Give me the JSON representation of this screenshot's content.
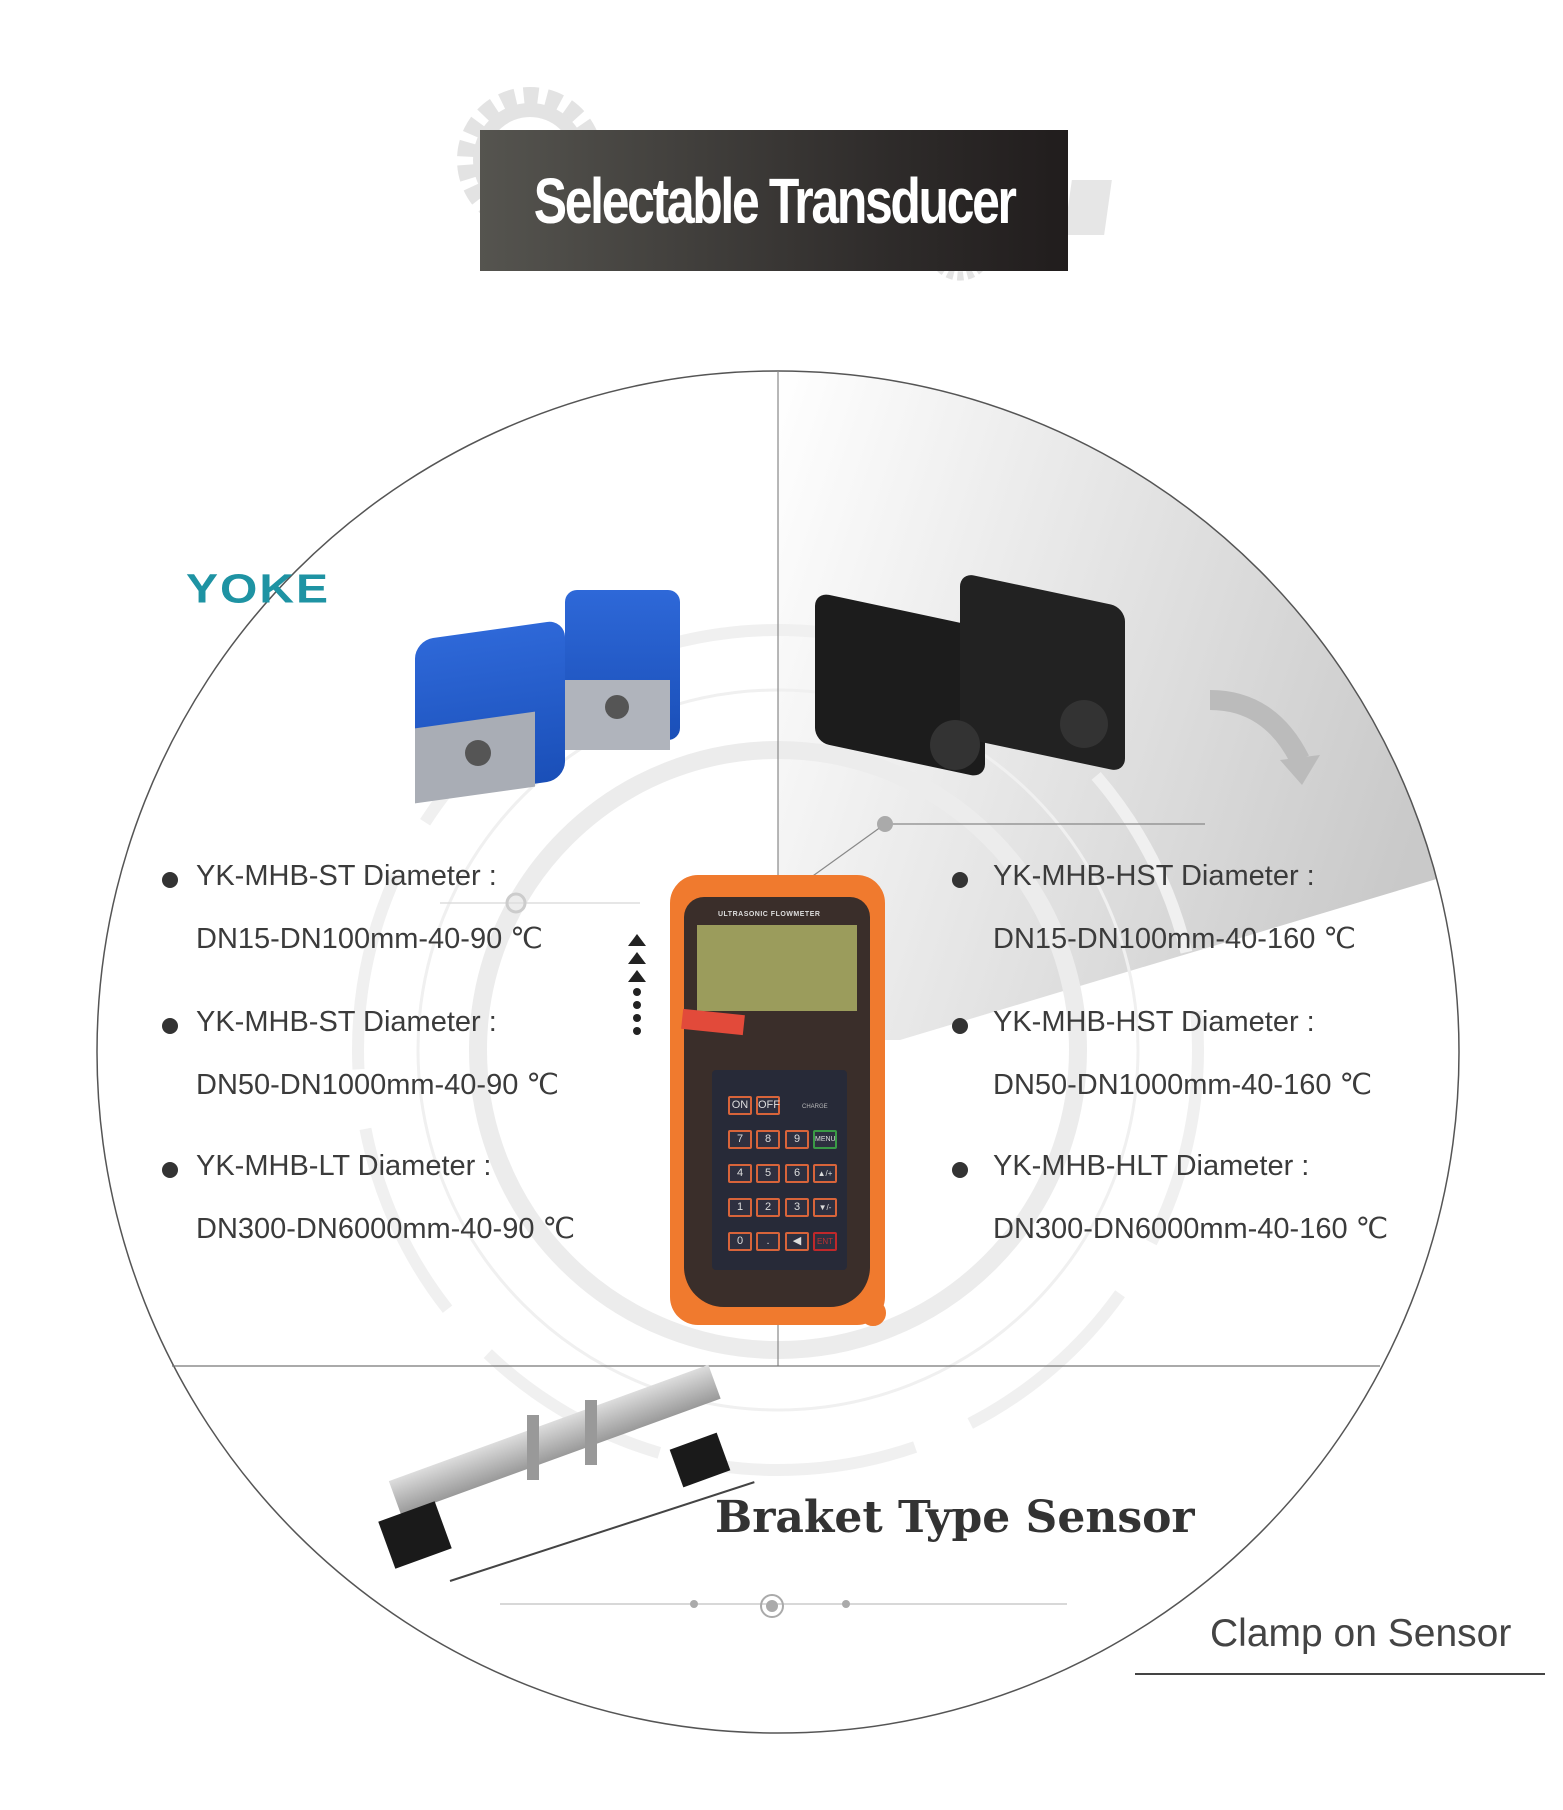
{
  "header": {
    "title": "Selectable Transducer"
  },
  "brand": {
    "logo_text": "YOKE",
    "color": "#1e93a3"
  },
  "left_specs": [
    {
      "model": "YK-MHB-ST  Diameter :",
      "range": "DN15-DN100mm-40-90 ℃"
    },
    {
      "model": "YK-MHB-ST  Diameter :",
      "range": "DN50-DN1000mm-40-90 ℃"
    },
    {
      "model": "YK-MHB-LT  Diameter :",
      "range": "DN300-DN6000mm-40-90 ℃"
    }
  ],
  "right_specs": [
    {
      "model": "YK-MHB-HST  Diameter :",
      "range": "DN15-DN100mm-40-160 ℃"
    },
    {
      "model": "YK-MHB-HST  Diameter :",
      "range": "DN50-DN1000mm-40-160 ℃"
    },
    {
      "model": "YK-MHB-HLT  Diameter :",
      "range": "DN300-DN6000mm-40-160 ℃"
    }
  ],
  "device": {
    "label": "ULTRASONIC FLOWMETER",
    "charge": "CHARGE",
    "body_color": "#f07a2e",
    "keys": [
      "ON",
      "OFF",
      "7",
      "8",
      "9",
      "MENU",
      "4",
      "5",
      "6",
      "▲/+",
      "1",
      "2",
      "3",
      "▼/-",
      "0",
      ".",
      "◀",
      "ENT"
    ]
  },
  "bracket": {
    "label": "Braket Type Sensor"
  },
  "footer": {
    "label": "Clamp on Sensor"
  }
}
